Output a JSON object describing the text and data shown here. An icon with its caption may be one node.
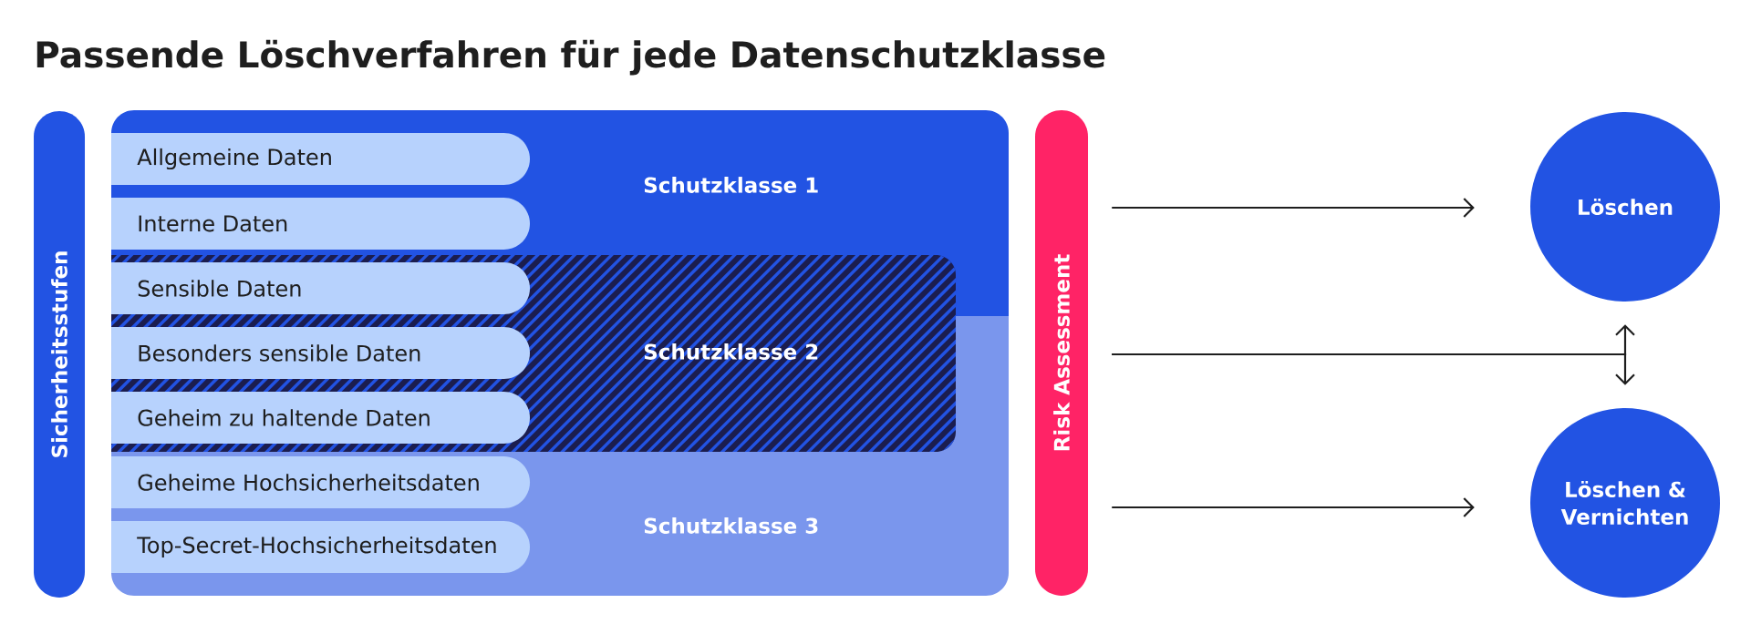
{
  "diagram": {
    "title": "Passende Löschverfahren für jede Datenschutzklasse",
    "nodes": [
      {
        "text": [
          "Sicherheitsstufen"
        ]
      },
      {
        "text": [
          "Schutzklasse 1"
        ]
      },
      {
        "text": [
          "Allgemeine Daten"
        ],
        "in": 1
      },
      {
        "text": [
          "Interne Daten"
        ],
        "in": 1
      },
      {
        "text": [
          "Schutzklasse 2"
        ]
      },
      {
        "text": [
          "Sensible Daten"
        ]
      },
      {
        "text": [
          "Besonders sensible Daten"
        ]
      },
      {
        "text": [
          "Geheim zu haltende Daten"
        ]
      },
      {
        "text": [
          "Schutzklasse 3"
        ]
      },
      {
        "text": [
          "Geheime Hochsicherheitsdaten"
        ],
        "in": 8
      },
      {
        "text": [
          "Top-Secret-Hochsicherheitsdaten"
        ],
        "in": 8
      },
      {
        "text": [
          "Risk Assessment"
        ]
      },
      {
        "text": [
          "Löschen"
        ]
      },
      {
        "text": [
          "Löschen & Vernichten"
        ]
      }
    ],
    "edges": [
      {
        "from": 11,
        "to": 12,
        "arrow": "to"
      },
      {
        "from": 11,
        "to": 12,
        "arrow": "to"
      },
      {
        "from": 11,
        "to": 13,
        "arrow": "to"
      },
      {
        "from": 11,
        "to": 13,
        "arrow": "to"
      }
    ]
  }
}
